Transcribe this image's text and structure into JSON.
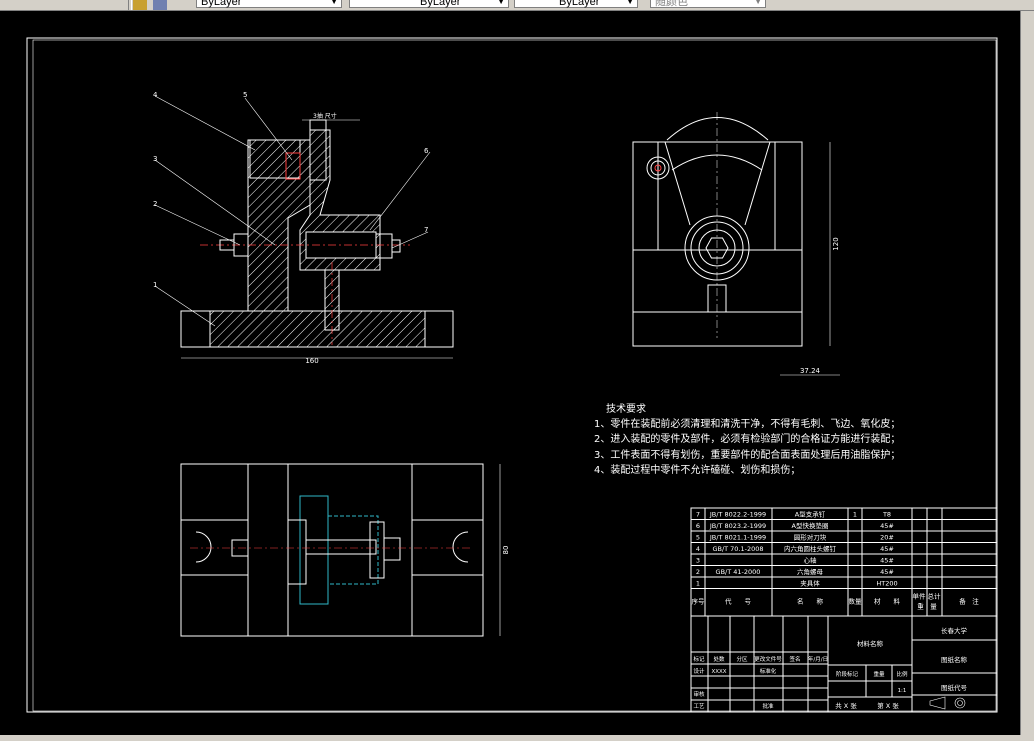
{
  "toolbar": {
    "layer_color": "ByLayer",
    "layer_linetype": "ByLayer",
    "layer_lineweight": "ByLayer",
    "plot_style": "随颜色"
  },
  "drawing": {
    "part_numbers": [
      "1",
      "2",
      "3",
      "4",
      "5",
      "6",
      "7"
    ],
    "annotation_top": "3抽 尺寸",
    "dim_width": "160",
    "dim_side_height": "120",
    "dim_side_offset": "37.24",
    "dim_plan_height": "80"
  },
  "tech_req": {
    "title": "技术要求",
    "lines": [
      "1、零件在装配前必须清理和清洗干净，不得有毛刺、飞边、氧化皮；",
      "2、进入装配的零件及部件，必须有检验部门的合格证方能进行装配；",
      "3、工件表面不得有划伤，重要部件的配合面表面处理后用油脂保护；",
      "4、装配过程中零件不允许磕碰、划伤和损伤；"
    ]
  },
  "bom": {
    "rows": [
      {
        "no": "7",
        "code": "JB/T 8022.2-1999",
        "name": "A型支承钉",
        "qty": "1",
        "material": "T8"
      },
      {
        "no": "6",
        "code": "JB/T 8023.2-1999",
        "name": "A型快换垫圈",
        "qty": "",
        "material": "45#"
      },
      {
        "no": "5",
        "code": "JB/T 8021.1-1999",
        "name": "圆形对刀块",
        "qty": "",
        "material": "20#"
      },
      {
        "no": "4",
        "code": "GB/T 70.1-2008",
        "name": "内六角圆柱头螺钉",
        "qty": "",
        "material": "45#"
      },
      {
        "no": "3",
        "code": "",
        "name": "心轴",
        "qty": "",
        "material": "45#"
      },
      {
        "no": "2",
        "code": "GB/T 41-2000",
        "name": "六角螺母",
        "qty": "",
        "material": "45#"
      },
      {
        "no": "1",
        "code": "",
        "name": "夹具体",
        "qty": "",
        "material": "HT200"
      }
    ],
    "header": {
      "no": "序号",
      "code": "代　　号",
      "name": "名　　称",
      "qty": "数量",
      "material": "材　　料",
      "unit_weight": "单件",
      "total_weight": "总计",
      "weight": "重　量",
      "remark": "备　注"
    }
  },
  "title_block": {
    "material_label": "材料名称",
    "school": "长春大学",
    "drawing_name": "图纸名称",
    "drawing_code": "图纸代号",
    "stage_label": "阶段标记",
    "weight_label": "重量",
    "scale_label": "比例",
    "scale": "1:1",
    "sheets": "共 X 张",
    "sheet": "第 X 张",
    "mark": "标记",
    "count": "处数",
    "zone": "分区",
    "change_doc": "更改文件号",
    "signature": "签名",
    "date": "年/月/日",
    "design": "设计",
    "design_code": "XXXX",
    "standardize": "标准化",
    "review": "审核",
    "process": "工艺",
    "approve": "批准"
  }
}
